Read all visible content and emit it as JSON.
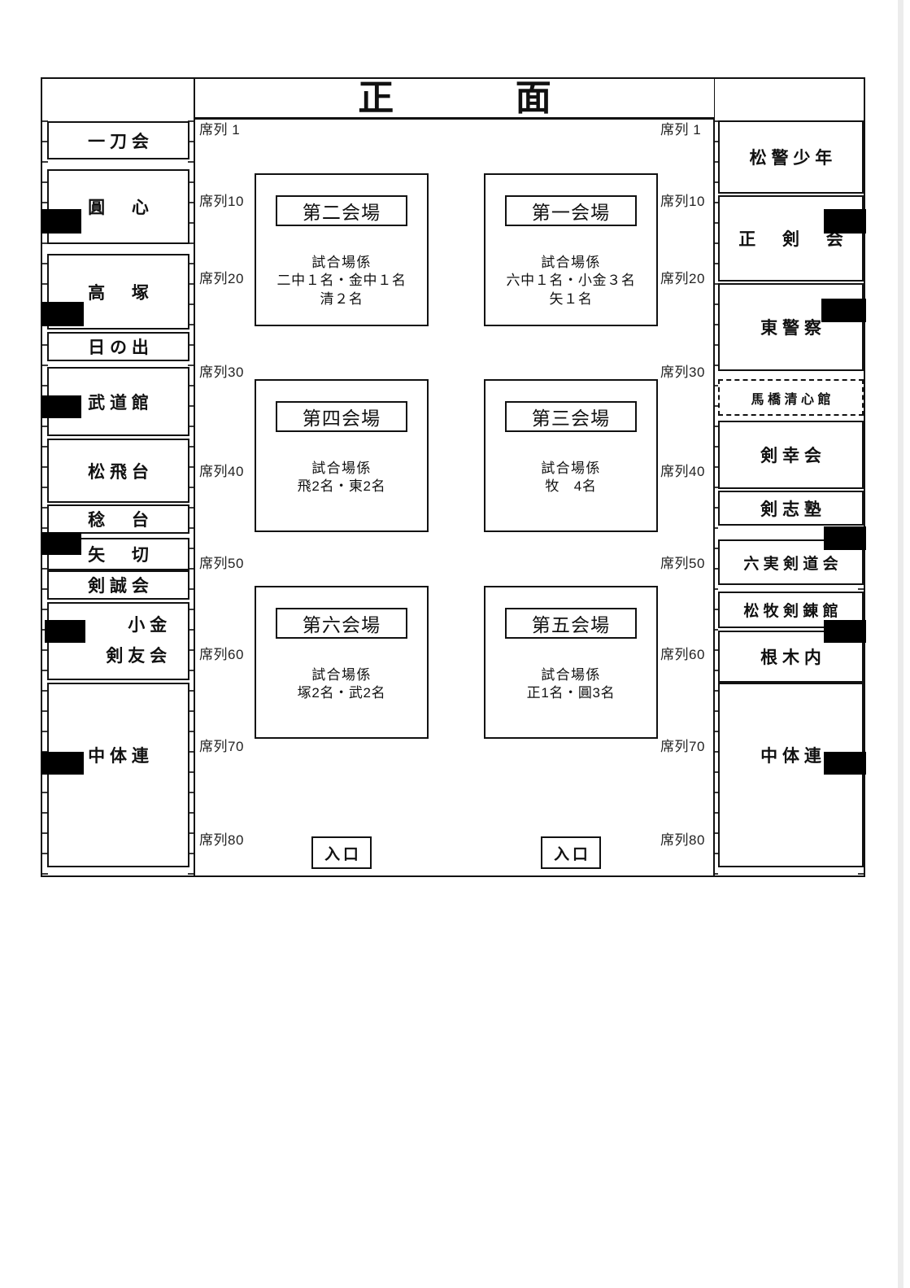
{
  "title": "正面",
  "colors": {
    "line": "#111111",
    "background": "#ffffff",
    "redaction": "#000000"
  },
  "row_labels": [
    "席列 1",
    "席列10",
    "席列20",
    "席列30",
    "席列40",
    "席列50",
    "席列60",
    "席列70",
    "席列80"
  ],
  "left_seats": [
    {
      "label": "一刀会"
    },
    {
      "label": "圓　心"
    },
    {
      "label": "高　塚"
    },
    {
      "label": "日の出"
    },
    {
      "label": "武道館"
    },
    {
      "label": "松飛台"
    },
    {
      "label": "稔　台"
    },
    {
      "label": "矢　切"
    },
    {
      "label": "剣誠会"
    },
    {
      "line1": "小金",
      "line2": "剣友会"
    },
    {
      "label": "中体連"
    }
  ],
  "right_seats": [
    {
      "label": "松警少年"
    },
    {
      "label": "正　剣　会"
    },
    {
      "label": "東警察"
    },
    {
      "label": "馬橋清心館"
    },
    {
      "label": "剣幸会"
    },
    {
      "label": "剣志塾"
    },
    {
      "label": "六実剣道会"
    },
    {
      "label": "松牧剣錬館"
    },
    {
      "label": "根木内"
    },
    {
      "label": "中体連"
    }
  ],
  "courts": [
    {
      "name": "第二会場",
      "dept": "試合場係",
      "line1": "二中１名・金中１名",
      "line2": "清２名"
    },
    {
      "name": "第一会場",
      "dept": "試合場係",
      "line1": "六中１名・小金３名",
      "line2": "矢１名"
    },
    {
      "name": "第四会場",
      "dept": "試合場係",
      "line1": "飛2名・東2名",
      "line2": ""
    },
    {
      "name": "第三会場",
      "dept": "試合場係",
      "line1": "牧　4名",
      "line2": ""
    },
    {
      "name": "第六会場",
      "dept": "試合場係",
      "line1": "塚2名・武2名",
      "line2": ""
    },
    {
      "name": "第五会場",
      "dept": "試合場係",
      "line1": "正1名・圓3名",
      "line2": ""
    }
  ],
  "entrances": {
    "left": "入口",
    "right": "入口"
  }
}
